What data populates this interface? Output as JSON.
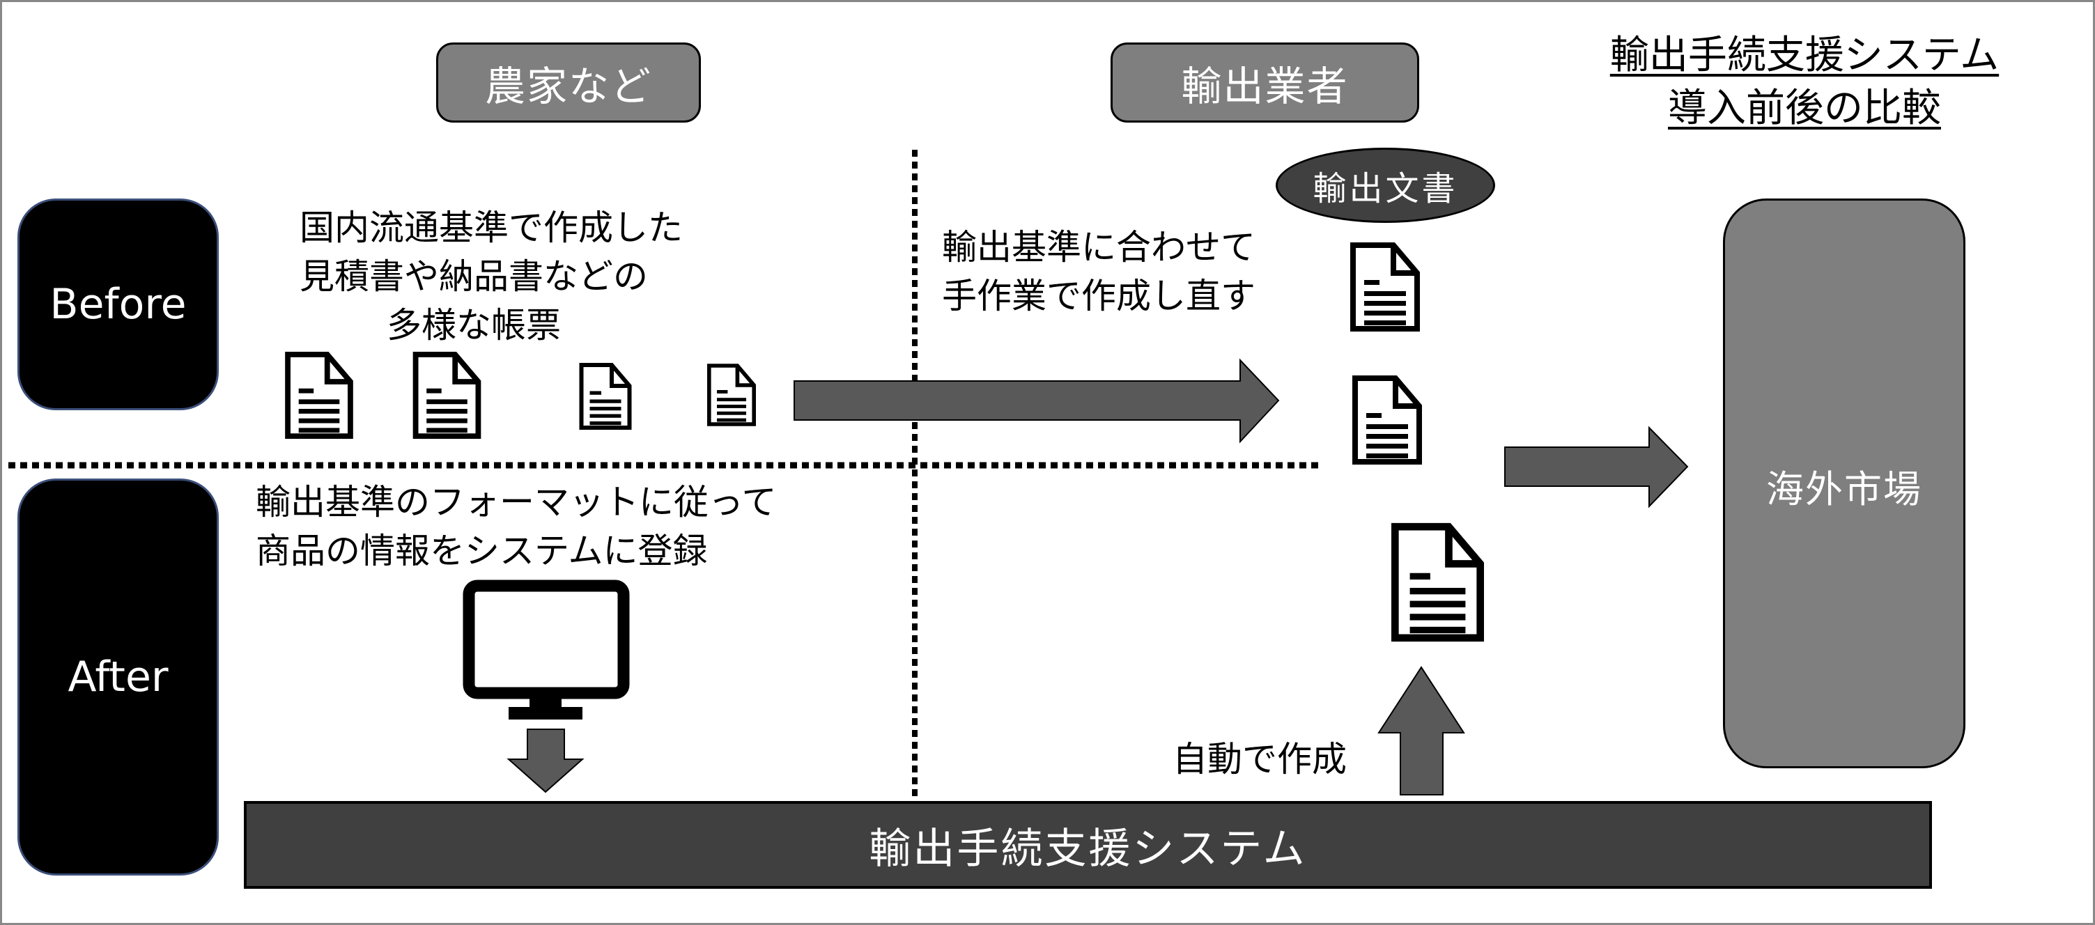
{
  "title": {
    "line1": "輸出手続支援システム",
    "line2": "導入前後の比較"
  },
  "stages": {
    "before": "Before",
    "after": "After"
  },
  "actors": {
    "farmers": "農家など",
    "exporter": "輸出業者"
  },
  "before_section": {
    "farmer_text": [
      "国内流通基準で作成した",
      "見積書や納品書などの",
      "多様な帳票"
    ],
    "exporter_text": [
      "輸出基準に合わせて",
      "手作業で作成し直す"
    ],
    "document_icons": [
      "document-icon",
      "document-icon",
      "document-icon",
      "document-icon"
    ]
  },
  "after_section": {
    "farmer_text": [
      "輸出基準のフォーマットに従って",
      "商品の情報をシステムに登録"
    ],
    "computer_icon": "monitor-icon",
    "auto_text": "自動で作成",
    "system_label": "輸出手続支援システム"
  },
  "export_documents": {
    "label": "輸出文書",
    "icons": [
      "document-icon",
      "document-icon",
      "document-icon"
    ]
  },
  "market": {
    "label": "海外市場"
  },
  "colors": {
    "stage_fill": "#000000",
    "actor_fill": "#7f7f7f",
    "arrow_fill": "#595959",
    "system_fill": "#404040",
    "ellipse_fill": "#404040",
    "market_fill": "#7f7f7f"
  }
}
